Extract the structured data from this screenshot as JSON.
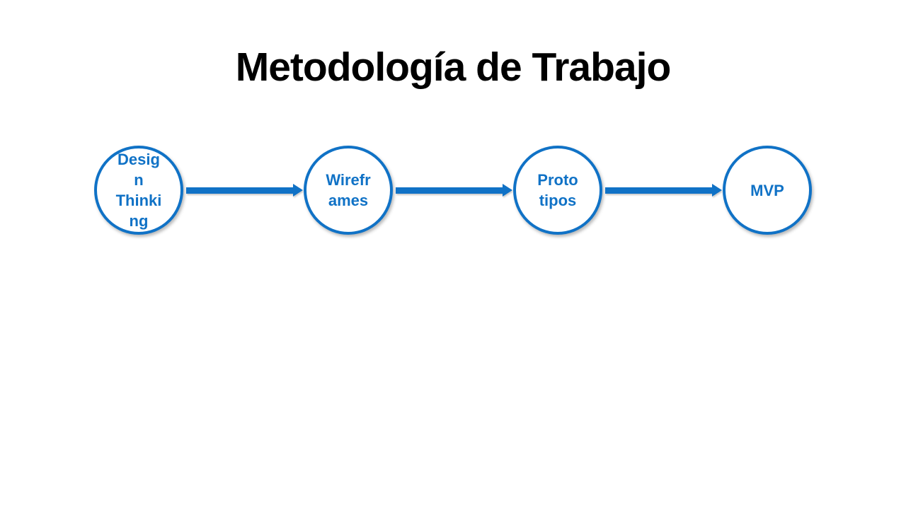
{
  "slide": {
    "title": "Metodología de Trabajo",
    "background_color": "#ffffff"
  },
  "theme": {
    "accent_blue": "#1072C6",
    "title_color": "#000000",
    "node_fill": "#ffffff"
  },
  "diagram": {
    "type": "process-flow",
    "direction": "left-to-right",
    "nodes": [
      {
        "id": "design-thinking",
        "label": "Design Thinking",
        "display": "Desig\nn\nThinki\nng"
      },
      {
        "id": "wireframes",
        "label": "Wireframes",
        "display": "Wirefr\names"
      },
      {
        "id": "prototipos",
        "label": "Prototipos",
        "display": "Proto\ntipos"
      },
      {
        "id": "mvp",
        "label": "MVP",
        "display": "MVP"
      }
    ],
    "connectors": [
      {
        "from": "design-thinking",
        "to": "wireframes"
      },
      {
        "from": "wireframes",
        "to": "prototipos"
      },
      {
        "from": "prototipos",
        "to": "mvp"
      }
    ]
  }
}
